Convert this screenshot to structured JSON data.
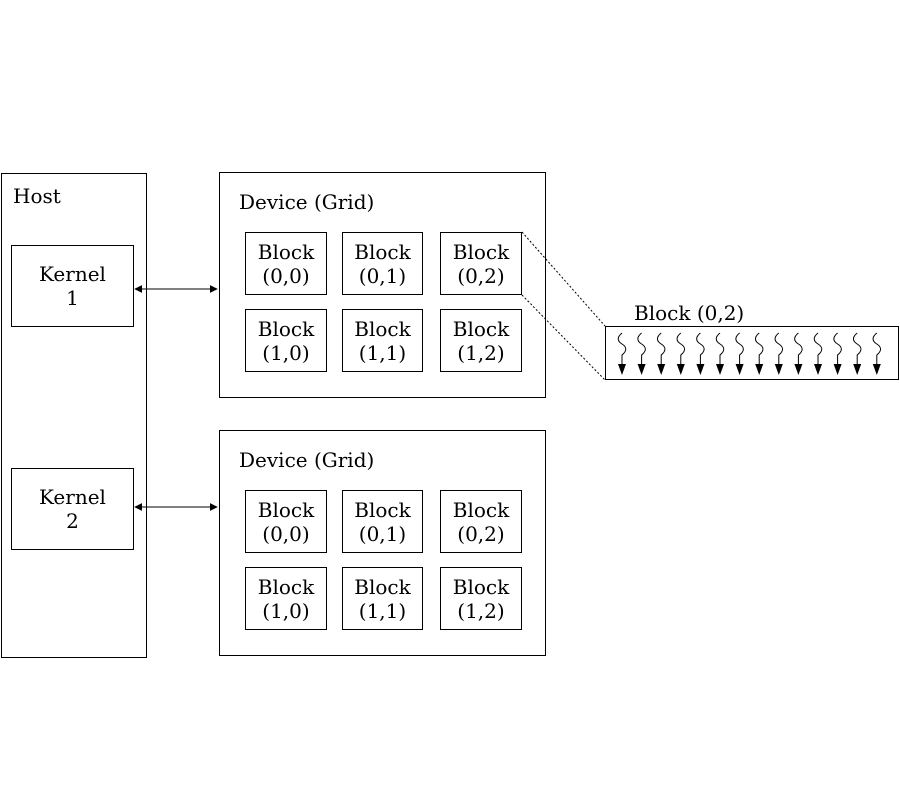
{
  "host": {
    "title": "Host",
    "kernels": [
      {
        "label": "Kernel",
        "number": "1"
      },
      {
        "label": "Kernel",
        "number": "2"
      }
    ]
  },
  "devices": [
    {
      "title": "Device (Grid)",
      "blocks": [
        {
          "label": "Block",
          "index": "(0,0)"
        },
        {
          "label": "Block",
          "index": "(0,1)"
        },
        {
          "label": "Block",
          "index": "(0,2)"
        },
        {
          "label": "Block",
          "index": "(1,0)"
        },
        {
          "label": "Block",
          "index": "(1,1)"
        },
        {
          "label": "Block",
          "index": "(1,2)"
        }
      ]
    },
    {
      "title": "Device (Grid)",
      "blocks": [
        {
          "label": "Block",
          "index": "(0,0)"
        },
        {
          "label": "Block",
          "index": "(0,1)"
        },
        {
          "label": "Block",
          "index": "(0,2)"
        },
        {
          "label": "Block",
          "index": "(1,0)"
        },
        {
          "label": "Block",
          "index": "(1,1)"
        },
        {
          "label": "Block",
          "index": "(1,2)"
        }
      ]
    }
  ],
  "zoom_block": {
    "title": "Block (0,2)",
    "thread_count": 14,
    "thread_icon": "wavy-arrow-down-icon"
  }
}
